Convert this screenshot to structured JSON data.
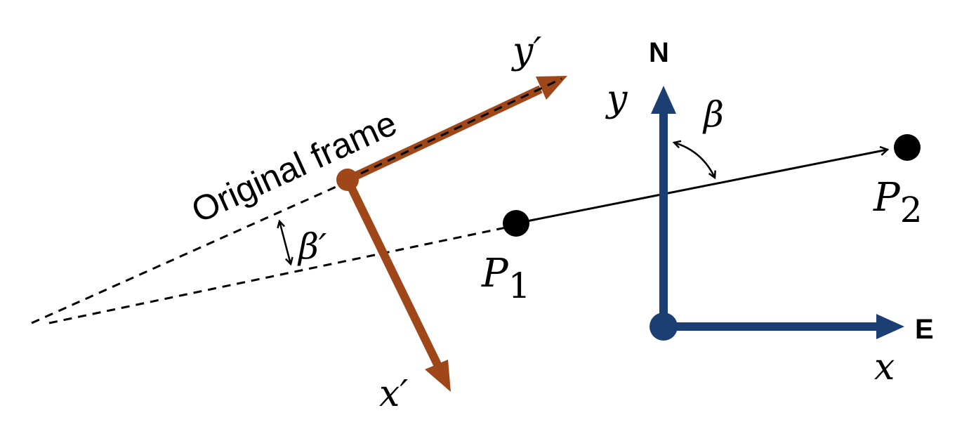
{
  "colors": {
    "brown_frame": "#A0471A",
    "blue_frame": "#1C3F73",
    "ink": "#000000"
  },
  "labels": {
    "original_frame": "Original frame",
    "y_prime": "y′",
    "x_prime": "x′",
    "north": "N",
    "east": "E",
    "y": "y",
    "x": "x",
    "beta": "β",
    "beta_prime": "β′",
    "p1_main": "P",
    "p1_sub": "1",
    "p2_main": "P",
    "p2_sub": "2"
  }
}
